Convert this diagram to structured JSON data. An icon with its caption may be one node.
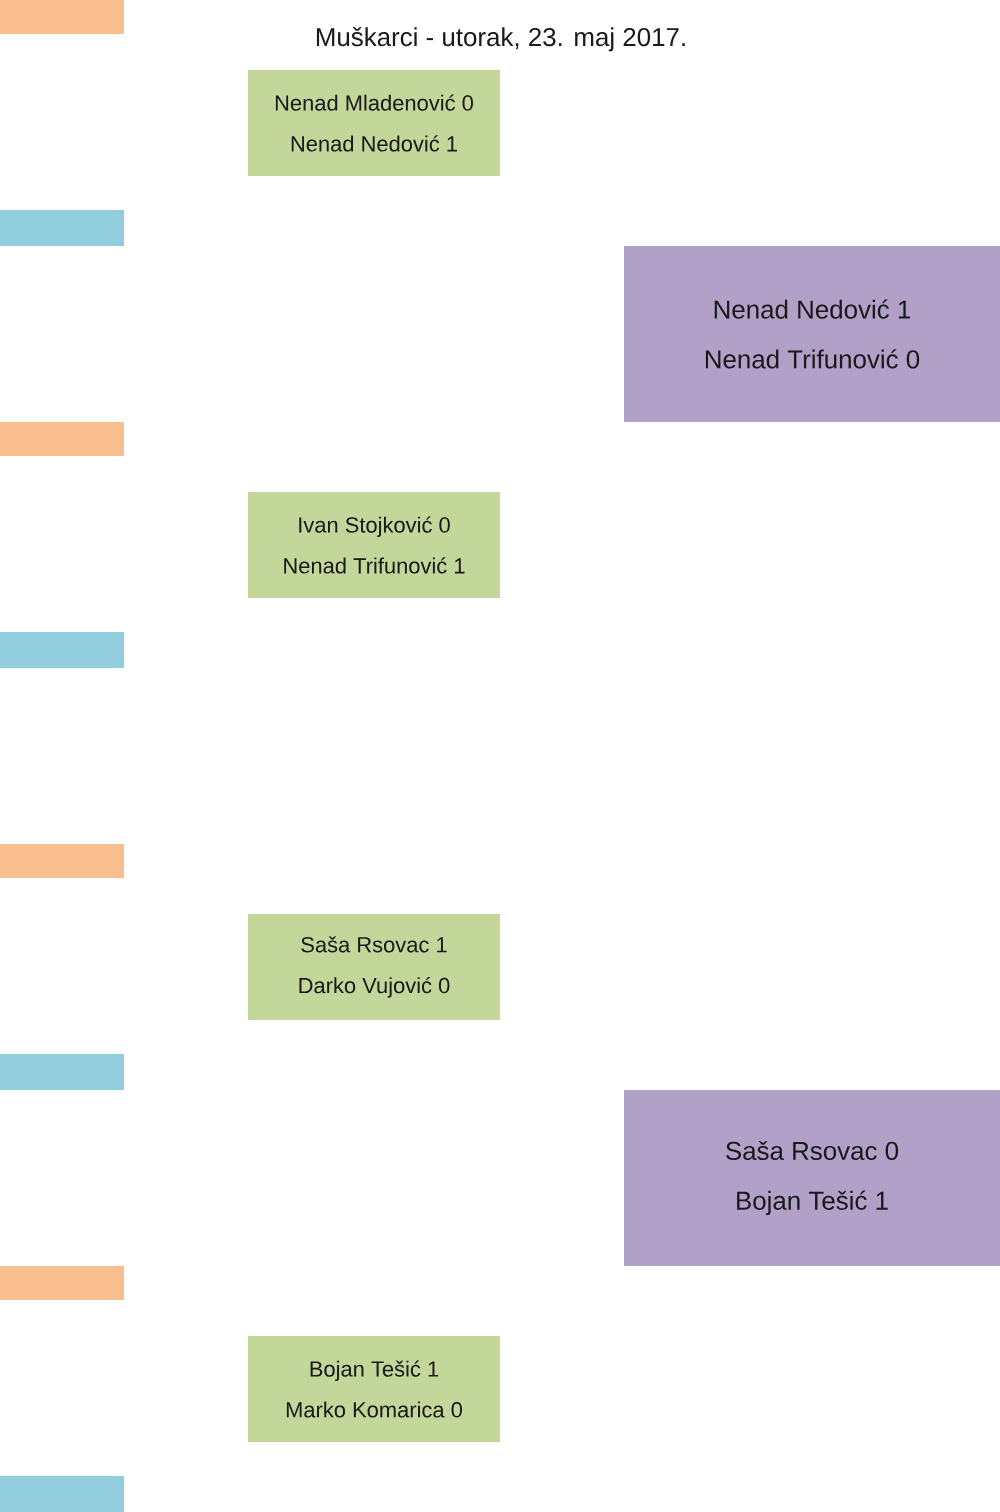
{
  "diagram": {
    "title": "Muškarci - utorak, 23. maj 2017.",
    "nodes": [
      {
        "text": [
          "Nenad Mladenović 0",
          "Nenad Nedović 1"
        ]
      },
      {
        "text": [
          "Nenad Nedović 1",
          "Nenad Trifunović 0"
        ]
      },
      {
        "text": [
          "Ivan Stojković 0",
          "Nenad Trifunović 1"
        ]
      },
      {
        "text": [
          "Saša Rsovac 1",
          "Darko Vujović 0"
        ]
      },
      {
        "text": [
          "Saša Rsovac 0",
          "Bojan Tešić 1"
        ]
      },
      {
        "text": [
          "Bojan Tešić 1",
          "Marko Komarica 0"
        ]
      }
    ]
  }
}
